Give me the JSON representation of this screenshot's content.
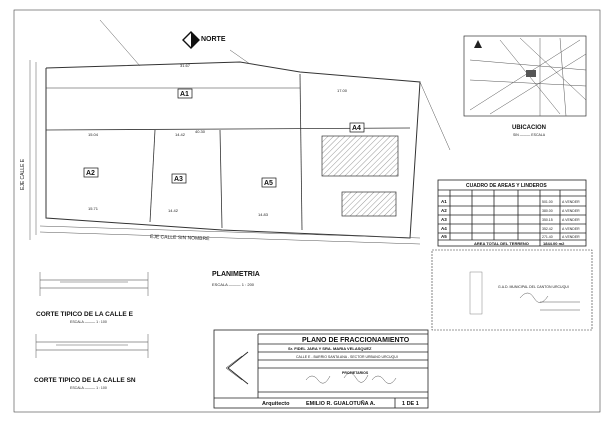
{
  "plan": {
    "north_label": "NORTE",
    "lots": [
      {
        "id": "A1",
        "label": "A1"
      },
      {
        "id": "A2",
        "label": "A2"
      },
      {
        "id": "A3",
        "label": "A3"
      },
      {
        "id": "A4",
        "label": "A4"
      },
      {
        "id": "A5",
        "label": "A5"
      }
    ],
    "street_left": "EJE CALLE E",
    "street_bottom": "EJE CALLE SIN NOMBRE",
    "title": "PLANIMETRIA",
    "scale": "ESCALA ——— 1 : 200"
  },
  "location": {
    "title": "UBICACION",
    "scale": "SIN ——— ESCALA"
  },
  "area_table": {
    "title": "CUADRO DE AREAS Y LINDEROS",
    "rows": [
      {
        "lot": "A1",
        "area": "501.00",
        "status": "A VENDER"
      },
      {
        "lot": "A2",
        "area": "380.00",
        "status": "A VENDER"
      },
      {
        "lot": "A3",
        "area": "350.15",
        "status": "A VENDER"
      },
      {
        "lot": "A4",
        "area": "352.42",
        "status": "A VENDER"
      },
      {
        "lot": "A5",
        "area": "271.40",
        "status": "A VENDER"
      }
    ],
    "total_label": "AREA TOTAL DEL TERRENO",
    "total_value": "1844.00 m2"
  },
  "sections": {
    "calle_e": {
      "title": "CORTE TIPICO DE LA  CALLE E",
      "scale": "ESCALA ——— 1 : 100"
    },
    "calle_sn": {
      "title": "CORTE TIPICO DE LA  CALLE SN",
      "scale": "ESCALA ——— 1 : 100"
    }
  },
  "title_block": {
    "main_title": "PLANO DE FRACCIONAMIENTO",
    "owners": "Sr. FIDEL JARA Y SRA. MARIA VELASQUEZ",
    "location": "CALLE E - BARRIO SANTA ANA - SECTOR URBANO URCUQUI",
    "architect_label": "Arquitecto",
    "architect": "EMILIO  R.  GUALOTUÑA  A.",
    "sheet": "1 DE 1",
    "owners_label": "PROPIETARIOS"
  },
  "approval": {
    "municipality": "G.A.D. MUNICIPAL DEL CANTON URCUQUI"
  }
}
